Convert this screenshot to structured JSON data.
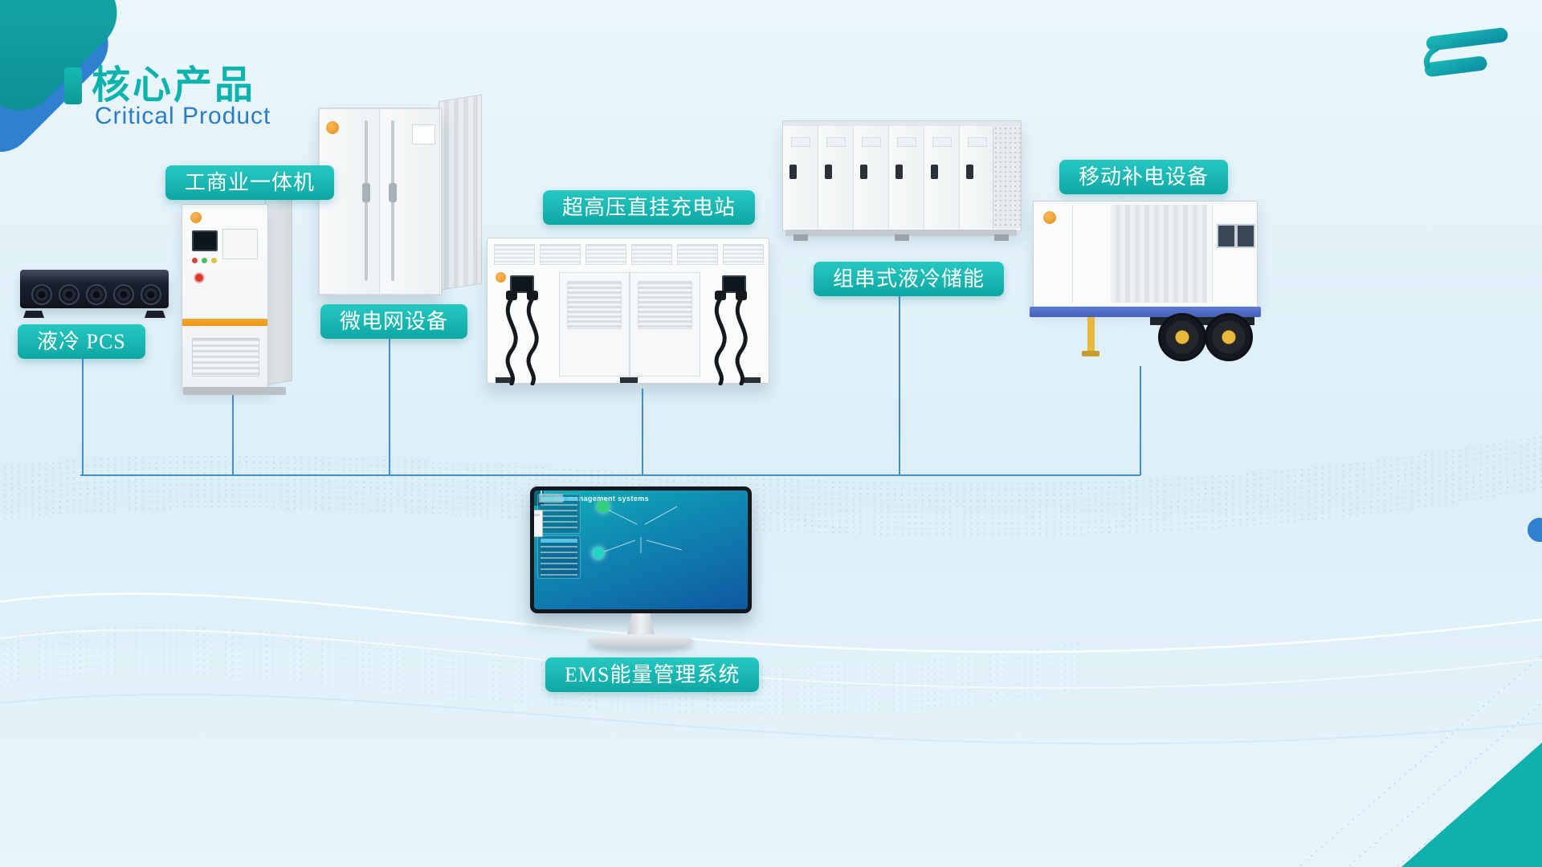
{
  "header": {
    "title": "核心产品",
    "subtitle": "Critical Product"
  },
  "products": {
    "pcs": {
      "label": "液冷  PCS"
    },
    "all_in_one": {
      "label": "工商业一体机"
    },
    "microgrid": {
      "label": "微电网设备"
    },
    "charging_station": {
      "label": "超高压直挂充电站"
    },
    "string_storage": {
      "label": "组串式液冷储能"
    },
    "mobile_power": {
      "label": "移动补电设备"
    },
    "ems": {
      "label": "EMS能量管理系统"
    }
  },
  "ems_screen": {
    "title": "Energy management systems"
  },
  "colors": {
    "accent_teal": "#10b3ae",
    "accent_blue": "#2b7cc0",
    "connector_blue": "#3f8ed6",
    "label_teal": "#17b9b4",
    "trailer_blue": "#5d7bd6",
    "stripe_orange": "#f0a028"
  }
}
